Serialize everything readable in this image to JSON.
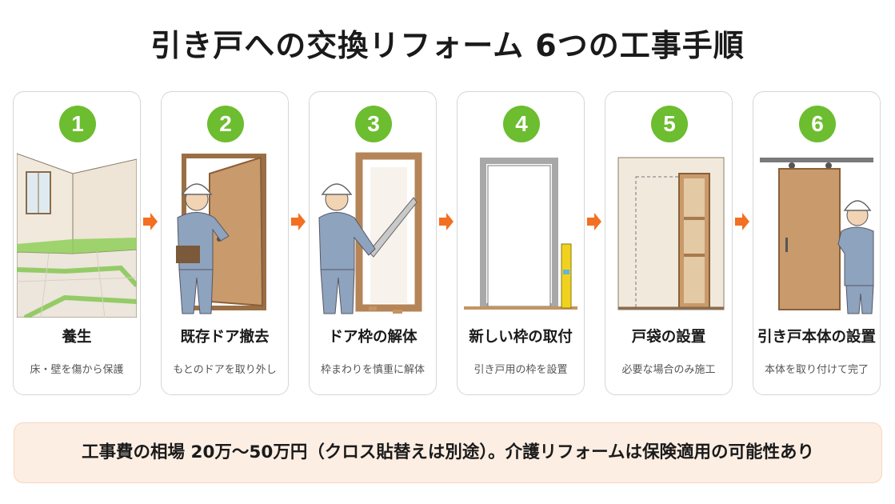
{
  "title": "引き戸への交換リフォーム 6つの工事手順",
  "steps": [
    {
      "number": "1",
      "title": "養生",
      "desc": "床・壁を傷から保護"
    },
    {
      "number": "2",
      "title": "既存ドア撤去",
      "desc": "もとのドアを取り外し"
    },
    {
      "number": "3",
      "title": "ドア枠の解体",
      "desc": "枠まわりを慎重に解体"
    },
    {
      "number": "4",
      "title": "新しい枠の取付",
      "desc": "引き戸用の枠を設置"
    },
    {
      "number": "5",
      "title": "戸袋の設置",
      "desc": "必要な場合のみ施工"
    },
    {
      "number": "6",
      "title": "引き戸本体の設置",
      "desc": "本体を取り付けて完了"
    }
  ],
  "footer": "工事費の相場 20万〜50万円（クロス貼替えは別途）。介護リフォームは保険適用の可能性あり",
  "colors": {
    "step_badge": "#6cbd2f",
    "arrow": "#f36f21",
    "footer_bg": "#fdeee3",
    "masking_tape": "#7fc44a",
    "door_wood": "#c99a6b"
  }
}
